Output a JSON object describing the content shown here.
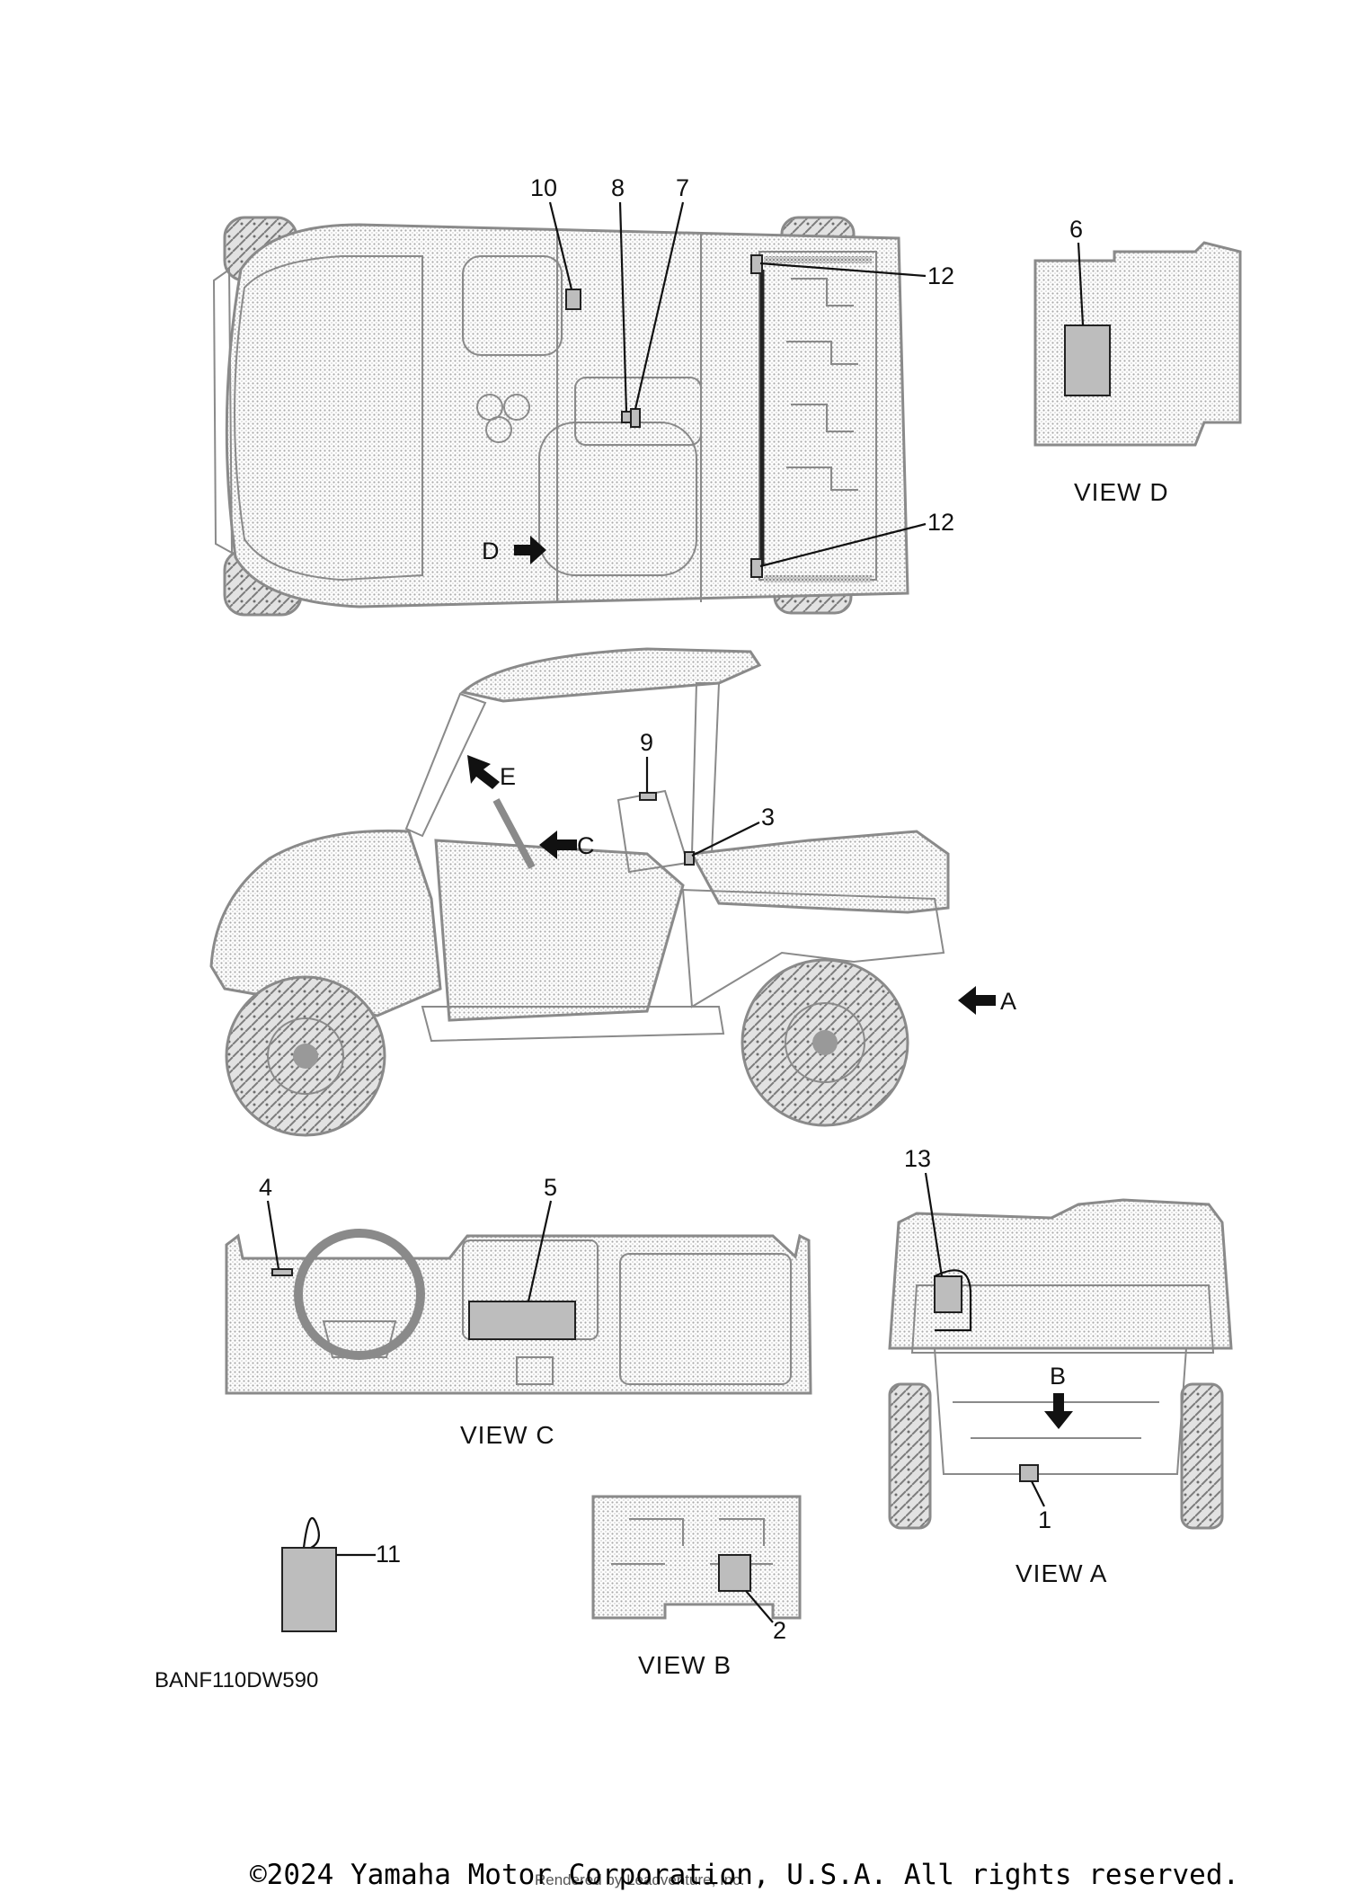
{
  "diagram": {
    "document_code": "BANF110DW590",
    "views": {
      "a": "VIEW A",
      "b": "VIEW B",
      "c": "VIEW C",
      "d": "VIEW D"
    },
    "view_arrows": {
      "a": "A",
      "b": "B",
      "c": "C",
      "d": "D",
      "e": "E"
    },
    "callouts": {
      "c1": "1",
      "c2": "2",
      "c3": "3",
      "c4": "4",
      "c5": "5",
      "c6": "6",
      "c7": "7",
      "c8": "8",
      "c9": "9",
      "c10": "10",
      "c11": "11",
      "c12a": "12",
      "c12b": "12",
      "c13": "13"
    }
  },
  "footer": {
    "copyright": "©2024 Yamaha Motor Corporation, U.S.A. All rights reserved.",
    "rendered_by": "Rendered by Leadventure, Inc."
  },
  "colors": {
    "ink": "#111111",
    "stipple": "#b5b5b5",
    "label_fill": "#bdbdbd"
  }
}
